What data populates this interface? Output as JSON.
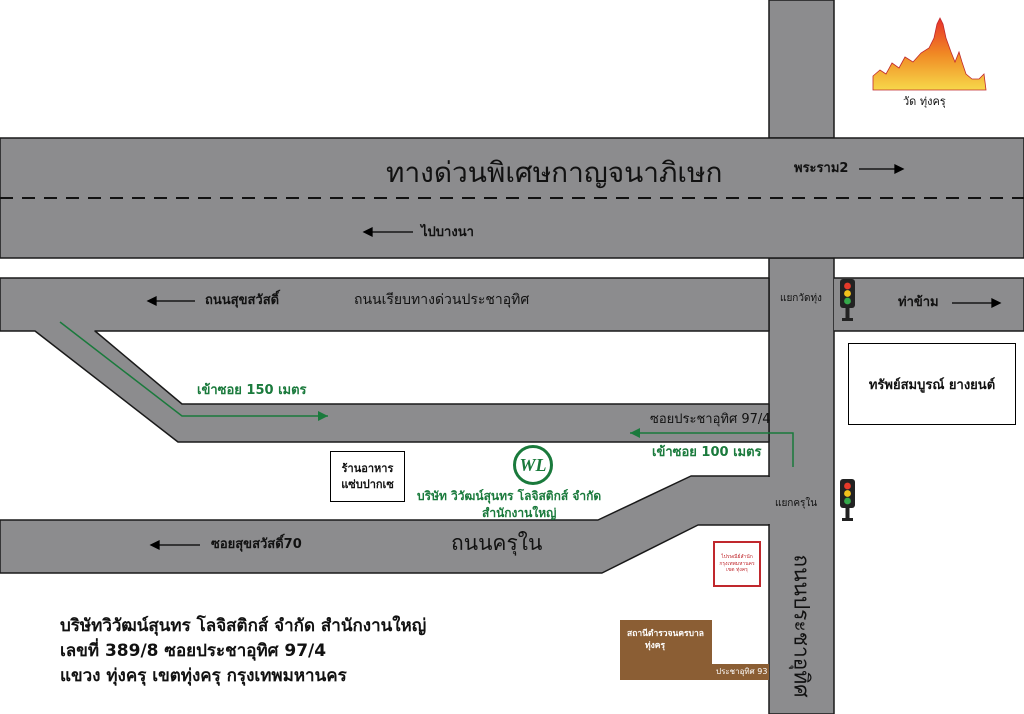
{
  "map": {
    "expressway": {
      "name": "ทางด่วนพิเศษกาญจนาภิเษก",
      "to_rama2": "พระราม2",
      "to_bangna": "ไปบางนา"
    },
    "roads": {
      "suksawat_direction": "ถนนสุขสวัสดิ์",
      "frontage_road": "ถนนเรียบทางด่วนประชาอุทิศ",
      "krut_nai": "ถนนครุใน",
      "soi_suksawat_70": "ซอยสุขสวัสดิ์70",
      "pracha_uthit": "ถนนประชาอุทิศ",
      "soi_pracha_uthit_97_4": "ซอยประชาอุทิศ 97/4"
    },
    "directions": {
      "enter_150m": "เข้าซอย 150 เมตร",
      "enter_100m": "เข้าซอย 100 เมตร"
    },
    "intersections": {
      "wat_thung": "แยกวัดทุ่ง",
      "krut_nai": "แยกครุใน",
      "pier": "ท่าข้าม"
    },
    "landmarks": {
      "temple": "วัด ทุ่งครุ",
      "sapsombun": "ทรัพย์สมบูรณ์ ยางยนต์",
      "restaurant_line1": "ร้านอาหาร",
      "restaurant_line2": "แซ่บปากเซ",
      "police_line1": "สถานีตำรวจนครบาล",
      "police_line2": "ทุ่งครุ",
      "police_soi": "ประชาอุทิศ 93",
      "district_office_line1": "ไปรษณีย์สำนัก",
      "district_office_line2": "กรุงเทพมหานคร",
      "district_office_line3": "เขต ทุ่งครุ"
    },
    "company": {
      "logo": "WL",
      "name": "บริษัท วิวัฒน์สุนทร โลจิสติกส์ จำกัด",
      "branch": "สำนักงานใหญ่"
    }
  },
  "address": {
    "line1": "บริษัทวิวัฒน์สุนทร โลจิสติกส์ จำกัด สำนักงานใหญ่",
    "line2": "เลขที่ 389/8 ซอยประชาอุทิศ 97/4",
    "line3": "แขวง ทุ่งครุ เขตทุ่งครุ กรุงเทพมหานคร"
  },
  "colors": {
    "road": "#8c8c8e",
    "road_edge": "#1a1a1a",
    "route_green": "#1a7a3c",
    "police_brown": "#8b5e34",
    "district_red": "#c0282d"
  }
}
